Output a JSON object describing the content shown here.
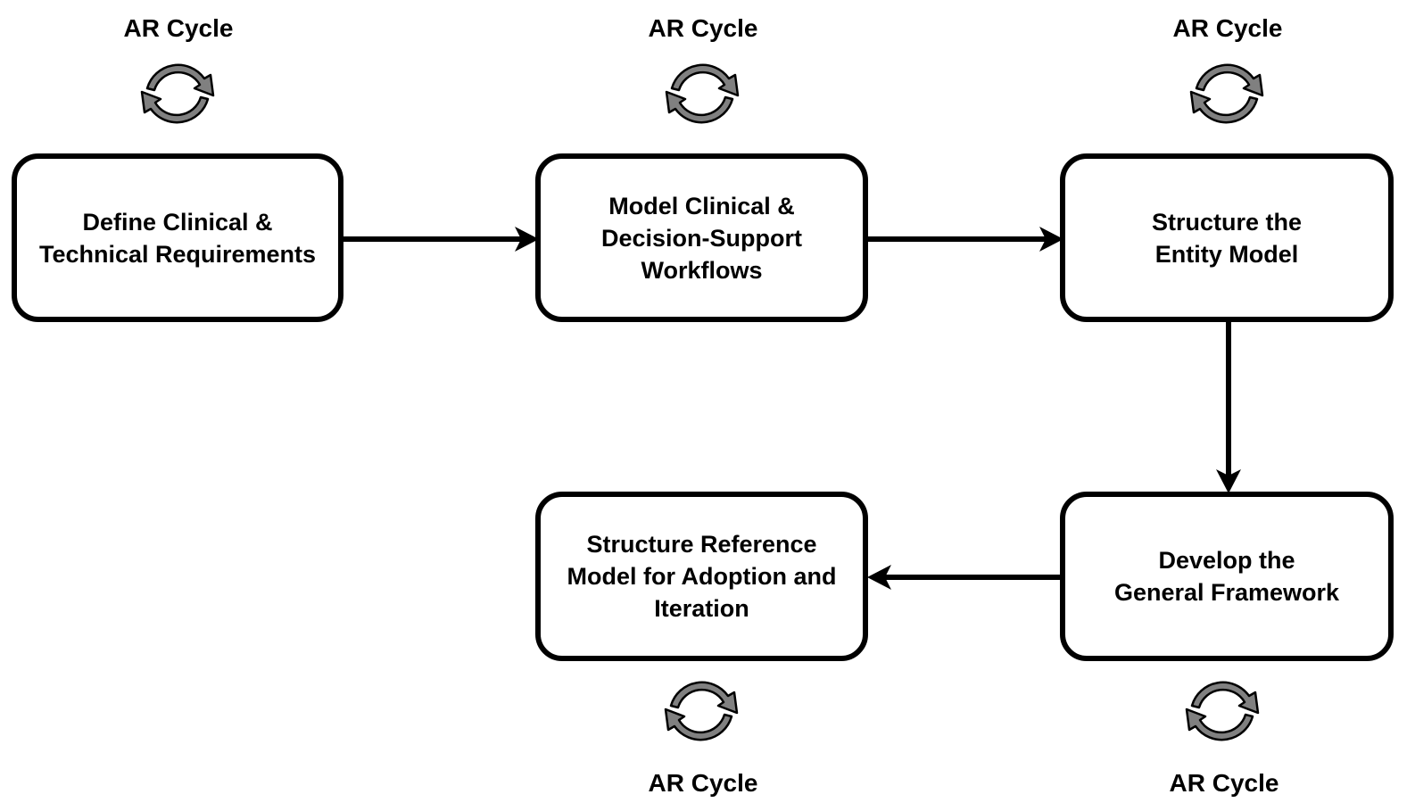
{
  "steps": [
    {
      "id": "define",
      "label": "Define Clinical &\nTechnical Requirements"
    },
    {
      "id": "model",
      "label": "Model Clinical &\nDecision-Support\nWorkflows"
    },
    {
      "id": "structure-entity",
      "label": "Structure the\nEntity Model"
    },
    {
      "id": "develop",
      "label": "Develop the\nGeneral Framework"
    },
    {
      "id": "structure-reference",
      "label": "Structure Reference\nModel for Adoption and\nIteration"
    }
  ],
  "cycles": [
    {
      "label": "AR Cycle",
      "icon": "cycle-arrows-icon"
    },
    {
      "label": "AR Cycle",
      "icon": "cycle-arrows-icon"
    },
    {
      "label": "AR Cycle",
      "icon": "cycle-arrows-icon"
    },
    {
      "label": "AR Cycle",
      "icon": "cycle-arrows-icon"
    },
    {
      "label": "AR Cycle",
      "icon": "cycle-arrows-icon"
    }
  ],
  "connectors": [
    {
      "from": "define",
      "to": "model"
    },
    {
      "from": "model",
      "to": "structure-entity"
    },
    {
      "from": "structure-entity",
      "to": "develop"
    },
    {
      "from": "develop",
      "to": "structure-reference"
    }
  ],
  "colors": {
    "stroke": "#000000",
    "cycle_fill": "#808080",
    "background": "#ffffff"
  }
}
